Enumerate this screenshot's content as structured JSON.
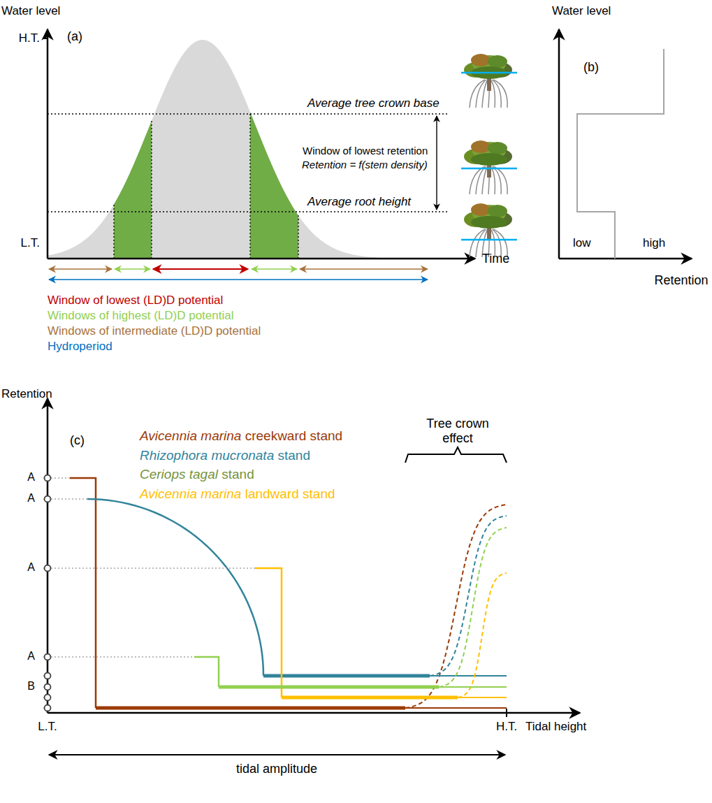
{
  "diagram": {
    "labels": [
      "Water level",
      "H.T.",
      "(a)",
      "Average tree crown base",
      "Window of lowest retention",
      "Retention = f(stem density)",
      "Average root height",
      "L.T.",
      "Time",
      "Water level",
      "(b)",
      "low",
      "high",
      "Retention",
      "Retention",
      "(c)",
      "A",
      "A",
      "A",
      "A",
      "B",
      "Tree crown effect",
      "L.T.",
      "H.T.",
      "Tidal height",
      "tidal amplitude"
    ],
    "legend": [
      {
        "text": "Window of lowest (LD)D potential",
        "color": "#c00000"
      },
      {
        "text": "Windows of highest (LD)D potential",
        "color": "#92d050"
      },
      {
        "text": "Windows of intermediate (LD)D potential",
        "color": "#a8723c"
      },
      {
        "text": "Hydroperiod",
        "color": "#0070c0"
      },
      {
        "text": "Avicennia marina creekward stand",
        "color": "#9b3a07"
      },
      {
        "text": "Rhizophora mucronata stand",
        "color": "#31849b"
      },
      {
        "text": "Ceriops tagal stand",
        "color": "#77933c"
      },
      {
        "text": "Avicennia marina landward stand",
        "color": "#ffc000"
      }
    ]
  }
}
